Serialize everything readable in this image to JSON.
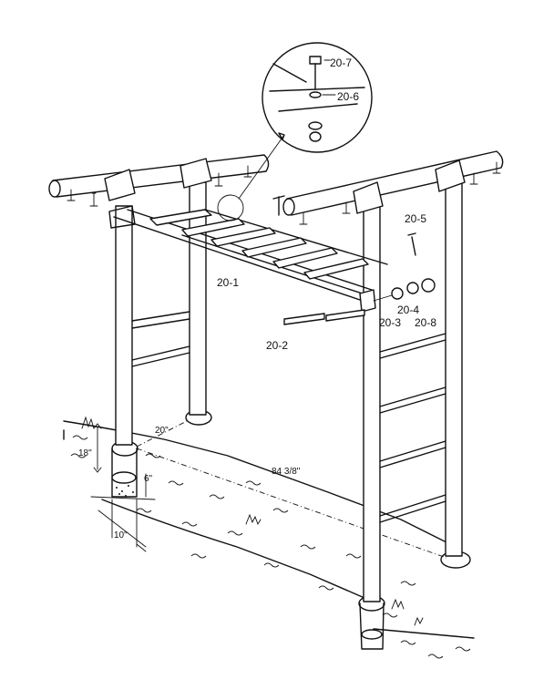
{
  "parts": {
    "p20_7": "20-7",
    "p20_6": "20-6",
    "p20_5": "20-5",
    "p20_1": "20-1",
    "p20_4": "20-4",
    "p20_3": "20-3",
    "p20_8": "20-8",
    "p20_2": "20-2"
  },
  "dimensions": {
    "post_spacing": "20\"",
    "depth": "18\"",
    "width_span": "84 3/8\"",
    "gravel": "6\"",
    "hole_diameter": "10\""
  }
}
